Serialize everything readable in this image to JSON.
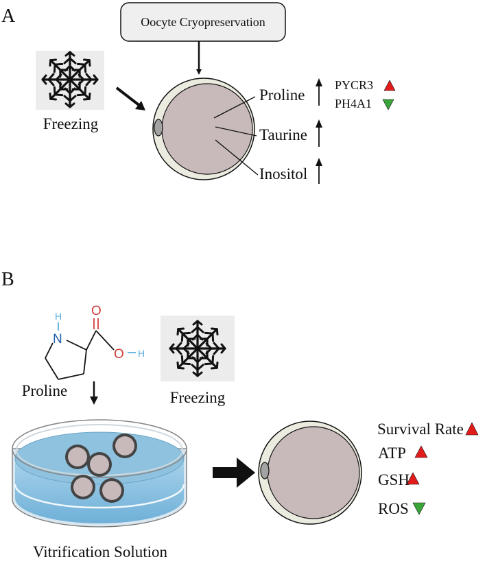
{
  "panel_a": {
    "label": "A",
    "process_box": "Oocyte Cryopreservation",
    "freezing_label": "Freezing",
    "metabolites": [
      {
        "name": "Proline",
        "trend": "up"
      },
      {
        "name": "Taurine",
        "trend": "up"
      },
      {
        "name": "Inositol",
        "trend": "up"
      }
    ],
    "genes": [
      {
        "name": "PYCR3",
        "trend": "up"
      },
      {
        "name": "PH4A1",
        "trend": "down"
      }
    ]
  },
  "panel_b": {
    "label": "B",
    "molecule": {
      "name": "Proline",
      "atom_h_top": "H",
      "atom_n": "N",
      "atom_o_top": "O",
      "atom_o_right": "O",
      "atom_h_right": "H"
    },
    "freezing_label": "Freezing",
    "dish_label": "Vitrification Solution",
    "outcomes": [
      {
        "name": "Survival Rate",
        "trend": "up"
      },
      {
        "name": "ATP",
        "trend": "up"
      },
      {
        "name": "GSH",
        "trend": "up"
      },
      {
        "name": "ROS",
        "trend": "down"
      }
    ]
  },
  "colors": {
    "up": "#e21b1b",
    "down": "#3aa53a",
    "oocyte_fill": "#c8babb",
    "zona_fill": "#ecebe0",
    "nitrogen": "#1f5fa8",
    "oxygen": "#d23b3b",
    "hydrogen": "#5aaed8",
    "solution": "#8fc2df"
  },
  "icons": {
    "freezing_a": "snowflake-icon",
    "freezing_b": "snowflake-icon",
    "up": "triangle-up-icon",
    "down": "triangle-down-icon"
  }
}
